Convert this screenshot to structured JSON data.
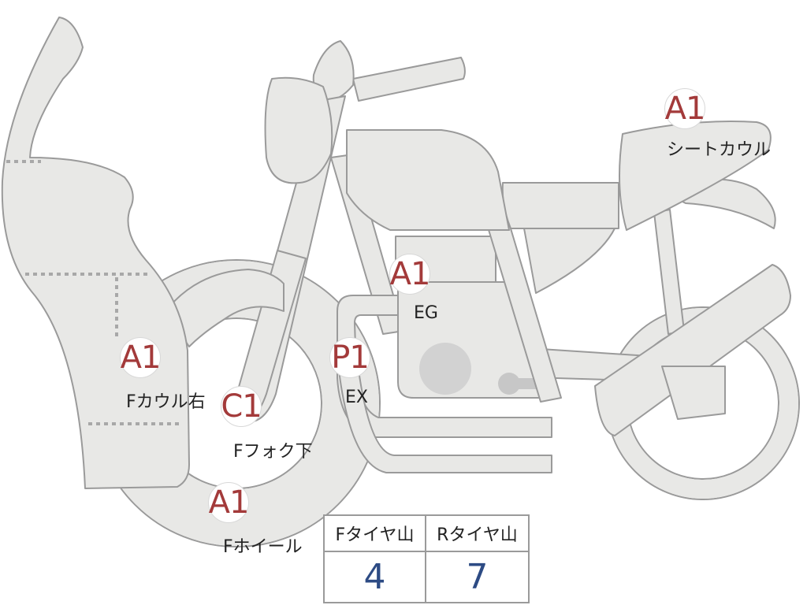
{
  "markers": [
    {
      "id": "seat-cowl",
      "grade": "A1",
      "label": "シートカウル"
    },
    {
      "id": "engine",
      "grade": "A1",
      "label": "EG"
    },
    {
      "id": "exhaust",
      "grade": "P1",
      "label": "EX"
    },
    {
      "id": "front-cowl-right",
      "grade": "A1",
      "label": "Fカウル右"
    },
    {
      "id": "front-fork-lower",
      "grade": "C1",
      "label": "Fフォク下"
    },
    {
      "id": "front-wheel",
      "grade": "A1",
      "label": "Fホイール"
    }
  ],
  "tire_table": {
    "front_header": "Fタイヤ山",
    "rear_header": "Rタイヤ山",
    "front_value": "4",
    "rear_value": "7"
  },
  "colors": {
    "part_fill": "#e8e8e6",
    "part_outline": "#9a9a9a",
    "grade_text": "#a33a3a",
    "value_text": "#2d4b84"
  }
}
